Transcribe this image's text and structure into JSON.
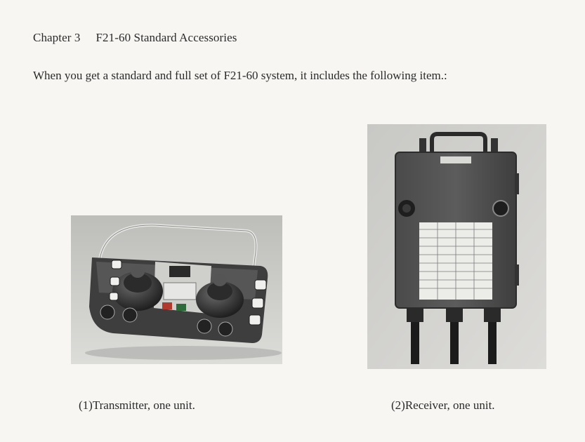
{
  "heading": {
    "chapter": "Chapter 3",
    "title": "F21-60 Standard Accessories"
  },
  "intro": "When you get a standard and full set of F21-60 system, it includes the following item.:",
  "items": [
    {
      "caption": "(1)Transmitter, one unit.",
      "icon": "transmitter-photo"
    },
    {
      "caption": "(2)Receiver, one unit.",
      "icon": "receiver-photo"
    }
  ]
}
